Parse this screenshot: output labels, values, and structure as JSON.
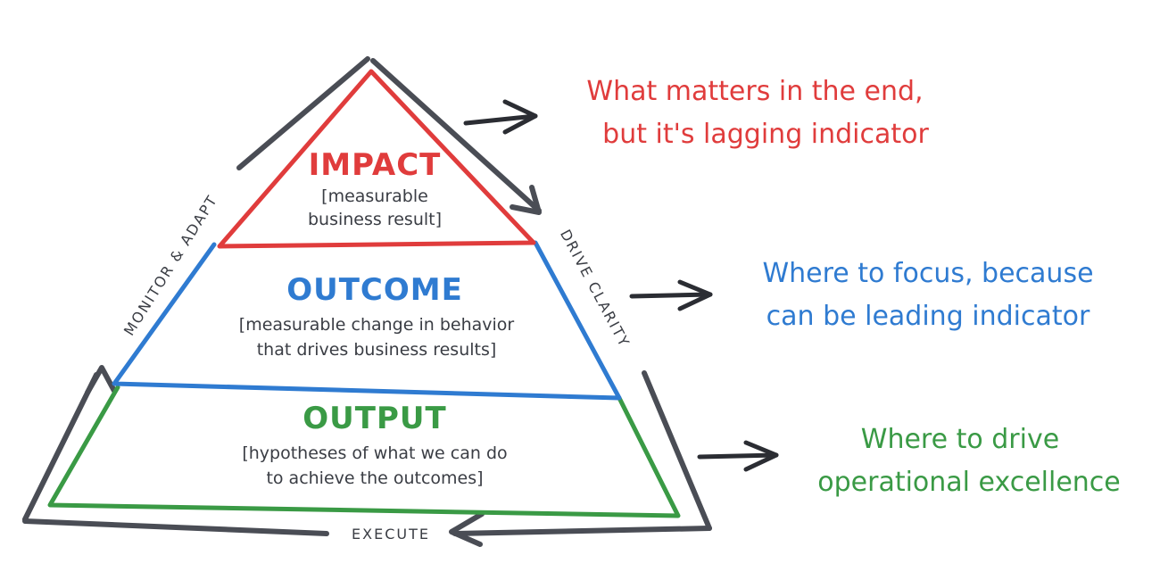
{
  "colors": {
    "frame": "#4a4d55",
    "impact": "#e03c3c",
    "outcome": "#2f7bd1",
    "output": "#3a9a45",
    "text": "#3a3d44"
  },
  "pyramid": {
    "impact": {
      "title": "IMPACT",
      "desc_line1": "[measurable",
      "desc_line2": "business result]"
    },
    "outcome": {
      "title": "OUTCOME",
      "desc_line1": "[measurable change in behavior",
      "desc_line2": "that drives business results]"
    },
    "output": {
      "title": "OUTPUT",
      "desc_line1": "[hypotheses of what we can do",
      "desc_line2": "to achieve the outcomes]"
    }
  },
  "cycle": {
    "left": "MONITOR & ADAPT",
    "right": "DRIVE CLARITY",
    "bottom": "EXECUTE"
  },
  "callouts": {
    "impact": {
      "line1": "What matters in the end,",
      "line2": "but it's lagging indicator"
    },
    "outcome": {
      "line1": "Where to focus, because",
      "line2": "can be leading indicator"
    },
    "output": {
      "line1": "Where to drive",
      "line2": "operational excellence"
    }
  },
  "icons": [
    "arrow-right-icon",
    "cycle-arrowhead-icon"
  ]
}
